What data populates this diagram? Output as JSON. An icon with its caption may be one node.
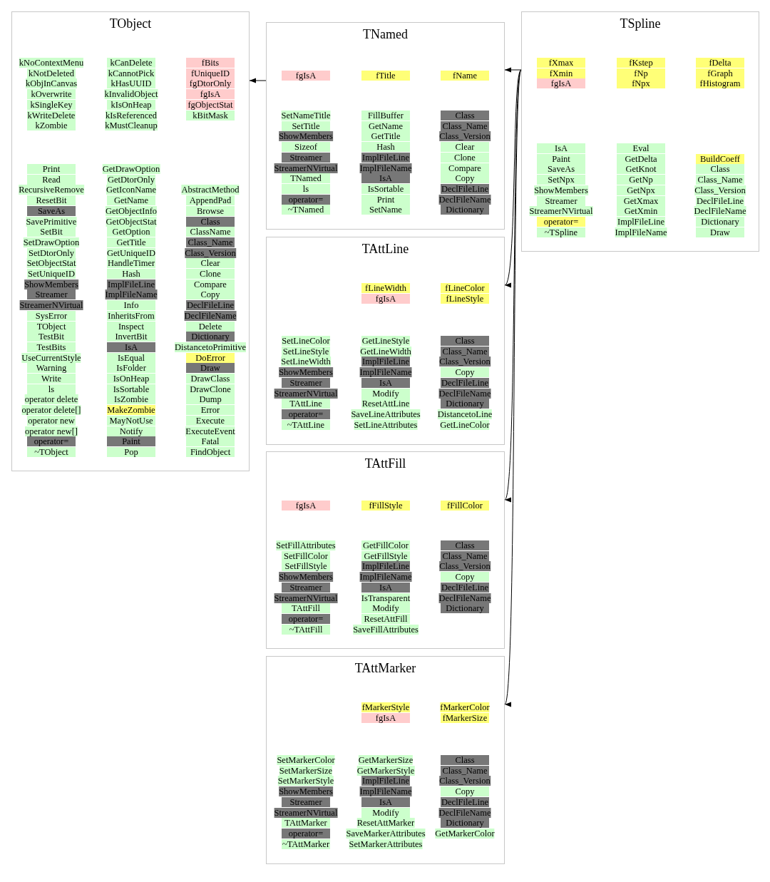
{
  "diagram": {
    "nodes": [
      {
        "text": [
          "TObject"
        ]
      },
      {
        "text": [
          "kNoContextMenu"
        ],
        "in": 0
      },
      {
        "text": [
          "kNotDeleted"
        ],
        "in": 0
      },
      {
        "text": [
          "kObjInCanvas"
        ],
        "in": 0
      },
      {
        "text": [
          "kOverwrite"
        ],
        "in": 0
      },
      {
        "text": [
          "kSingleKey"
        ],
        "in": 0
      },
      {
        "text": [
          "kWriteDelete"
        ],
        "in": 0
      },
      {
        "text": [
          "kZombie"
        ],
        "in": 0
      },
      {
        "text": [
          "kCanDelete"
        ],
        "in": 0
      },
      {
        "text": [
          "kCannotPick"
        ],
        "in": 0
      },
      {
        "text": [
          "kHasUUID"
        ],
        "in": 0
      },
      {
        "text": [
          "kInvalidObject"
        ],
        "in": 0
      },
      {
        "text": [
          "kIsOnHeap"
        ],
        "in": 0
      },
      {
        "text": [
          "kIsReferenced"
        ],
        "in": 0
      },
      {
        "text": [
          "kMustCleanup"
        ],
        "in": 0
      },
      {
        "text": [
          "fBits"
        ],
        "in": 0
      },
      {
        "text": [
          "fUniqueID"
        ],
        "in": 0
      },
      {
        "text": [
          "fgDtorOnly"
        ],
        "in": 0
      },
      {
        "text": [
          "fgIsA"
        ],
        "in": 0
      },
      {
        "text": [
          "fgObjectStat"
        ],
        "in": 0
      },
      {
        "text": [
          "kBitMask"
        ],
        "in": 0
      },
      {
        "text": [
          "Print"
        ],
        "in": 0
      },
      {
        "text": [
          "Read"
        ],
        "in": 0
      },
      {
        "text": [
          "RecursiveRemove"
        ],
        "in": 0
      },
      {
        "text": [
          "ResetBit"
        ],
        "in": 0
      },
      {
        "text": [
          "SaveAs"
        ],
        "in": 0
      },
      {
        "text": [
          "SavePrimitive"
        ],
        "in": 0
      },
      {
        "text": [
          "SetBit"
        ],
        "in": 0
      },
      {
        "text": [
          "SetDrawOption"
        ],
        "in": 0
      },
      {
        "text": [
          "SetDtorOnly"
        ],
        "in": 0
      },
      {
        "text": [
          "SetObjectStat"
        ],
        "in": 0
      },
      {
        "text": [
          "SetUniqueID"
        ],
        "in": 0
      },
      {
        "text": [
          "ShowMembers"
        ],
        "in": 0
      },
      {
        "text": [
          "Streamer"
        ],
        "in": 0
      },
      {
        "text": [
          "StreamerNVirtual"
        ],
        "in": 0
      },
      {
        "text": [
          "SysError"
        ],
        "in": 0
      },
      {
        "text": [
          "TObject"
        ],
        "in": 0
      },
      {
        "text": [
          "TestBit"
        ],
        "in": 0
      },
      {
        "text": [
          "TestBits"
        ],
        "in": 0
      },
      {
        "text": [
          "UseCurrentStyle"
        ],
        "in": 0
      },
      {
        "text": [
          "Warning"
        ],
        "in": 0
      },
      {
        "text": [
          "Write"
        ],
        "in": 0
      },
      {
        "text": [
          "ls"
        ],
        "in": 0
      },
      {
        "text": [
          "operator delete"
        ],
        "in": 0
      },
      {
        "text": [
          "operator delete[]"
        ],
        "in": 0
      },
      {
        "text": [
          "operator new"
        ],
        "in": 0
      },
      {
        "text": [
          "operator new[]"
        ],
        "in": 0
      },
      {
        "text": [
          "operator="
        ],
        "in": 0
      },
      {
        "text": [
          "~TObject"
        ],
        "in": 0
      },
      {
        "text": [
          "GetDrawOption"
        ],
        "in": 0
      },
      {
        "text": [
          "GetDtorOnly"
        ],
        "in": 0
      },
      {
        "text": [
          "GetIconName"
        ],
        "in": 0
      },
      {
        "text": [
          "GetName"
        ],
        "in": 0
      },
      {
        "text": [
          "GetObjectInfo"
        ],
        "in": 0
      },
      {
        "text": [
          "GetObjectStat"
        ],
        "in": 0
      },
      {
        "text": [
          "GetOption"
        ],
        "in": 0
      },
      {
        "text": [
          "GetTitle"
        ],
        "in": 0
      },
      {
        "text": [
          "GetUniqueID"
        ],
        "in": 0
      },
      {
        "text": [
          "HandleTimer"
        ],
        "in": 0
      },
      {
        "text": [
          "Hash"
        ],
        "in": 0
      },
      {
        "text": [
          "ImplFileLine"
        ],
        "in": 0
      },
      {
        "text": [
          "ImplFileName"
        ],
        "in": 0
      },
      {
        "text": [
          "Info"
        ],
        "in": 0
      },
      {
        "text": [
          "InheritsFrom"
        ],
        "in": 0
      },
      {
        "text": [
          "Inspect"
        ],
        "in": 0
      },
      {
        "text": [
          "InvertBit"
        ],
        "in": 0
      },
      {
        "text": [
          "IsA"
        ],
        "in": 0
      },
      {
        "text": [
          "IsEqual"
        ],
        "in": 0
      },
      {
        "text": [
          "IsFolder"
        ],
        "in": 0
      },
      {
        "text": [
          "IsOnHeap"
        ],
        "in": 0
      },
      {
        "text": [
          "IsSortable"
        ],
        "in": 0
      },
      {
        "text": [
          "IsZombie"
        ],
        "in": 0
      },
      {
        "text": [
          "MakeZombie"
        ],
        "in": 0
      },
      {
        "text": [
          "MayNotUse"
        ],
        "in": 0
      },
      {
        "text": [
          "Notify"
        ],
        "in": 0
      },
      {
        "text": [
          "Paint"
        ],
        "in": 0
      },
      {
        "text": [
          "Pop"
        ],
        "in": 0
      },
      {
        "text": [
          "AbstractMethod"
        ],
        "in": 0
      },
      {
        "text": [
          "AppendPad"
        ],
        "in": 0
      },
      {
        "text": [
          "Browse"
        ],
        "in": 0
      },
      {
        "text": [
          "Class"
        ],
        "in": 0
      },
      {
        "text": [
          "ClassName"
        ],
        "in": 0
      },
      {
        "text": [
          "Class_Name"
        ],
        "in": 0
      },
      {
        "text": [
          "Class_Version"
        ],
        "in": 0
      },
      {
        "text": [
          "Clear"
        ],
        "in": 0
      },
      {
        "text": [
          "Clone"
        ],
        "in": 0
      },
      {
        "text": [
          "Compare"
        ],
        "in": 0
      },
      {
        "text": [
          "Copy"
        ],
        "in": 0
      },
      {
        "text": [
          "DeclFileLine"
        ],
        "in": 0
      },
      {
        "text": [
          "DeclFileName"
        ],
        "in": 0
      },
      {
        "text": [
          "Delete"
        ],
        "in": 0
      },
      {
        "text": [
          "Dictionary"
        ],
        "in": 0
      },
      {
        "text": [
          "DistancetoPrimitive"
        ],
        "in": 0
      },
      {
        "text": [
          "DoError"
        ],
        "in": 0
      },
      {
        "text": [
          "Draw"
        ],
        "in": 0
      },
      {
        "text": [
          "DrawClass"
        ],
        "in": 0
      },
      {
        "text": [
          "DrawClone"
        ],
        "in": 0
      },
      {
        "text": [
          "Dump"
        ],
        "in": 0
      },
      {
        "text": [
          "Error"
        ],
        "in": 0
      },
      {
        "text": [
          "Execute"
        ],
        "in": 0
      },
      {
        "text": [
          "ExecuteEvent"
        ],
        "in": 0
      },
      {
        "text": [
          "Fatal"
        ],
        "in": 0
      },
      {
        "text": [
          "FindObject"
        ],
        "in": 0
      },
      {
        "text": [
          "TNamed"
        ]
      },
      {
        "text": [
          "fgIsA"
        ],
        "in": 103
      },
      {
        "text": [
          "fTitle"
        ],
        "in": 103
      },
      {
        "text": [
          "fName"
        ],
        "in": 103
      },
      {
        "text": [
          "SetNameTitle"
        ],
        "in": 103
      },
      {
        "text": [
          "SetTitle"
        ],
        "in": 103
      },
      {
        "text": [
          "ShowMembers"
        ],
        "in": 103
      },
      {
        "text": [
          "Sizeof"
        ],
        "in": 103
      },
      {
        "text": [
          "Streamer"
        ],
        "in": 103
      },
      {
        "text": [
          "StreamerNVirtual"
        ],
        "in": 103
      },
      {
        "text": [
          "TNamed"
        ],
        "in": 103
      },
      {
        "text": [
          "ls"
        ],
        "in": 103
      },
      {
        "text": [
          "operator="
        ],
        "in": 103
      },
      {
        "text": [
          "~TNamed"
        ],
        "in": 103
      },
      {
        "text": [
          "FillBuffer"
        ],
        "in": 103
      },
      {
        "text": [
          "GetName"
        ],
        "in": 103
      },
      {
        "text": [
          "GetTitle"
        ],
        "in": 103
      },
      {
        "text": [
          "Hash"
        ],
        "in": 103
      },
      {
        "text": [
          "ImplFileLine"
        ],
        "in": 103
      },
      {
        "text": [
          "ImplFileName"
        ],
        "in": 103
      },
      {
        "text": [
          "IsA"
        ],
        "in": 103
      },
      {
        "text": [
          "IsSortable"
        ],
        "in": 103
      },
      {
        "text": [
          "Print"
        ],
        "in": 103
      },
      {
        "text": [
          "SetName"
        ],
        "in": 103
      },
      {
        "text": [
          "Class"
        ],
        "in": 103
      },
      {
        "text": [
          "Class_Name"
        ],
        "in": 103
      },
      {
        "text": [
          "Class_Version"
        ],
        "in": 103
      },
      {
        "text": [
          "Clear"
        ],
        "in": 103
      },
      {
        "text": [
          "Clone"
        ],
        "in": 103
      },
      {
        "text": [
          "Compare"
        ],
        "in": 103
      },
      {
        "text": [
          "Copy"
        ],
        "in": 103
      },
      {
        "text": [
          "DeclFileLine"
        ],
        "in": 103
      },
      {
        "text": [
          "DeclFileName"
        ],
        "in": 103
      },
      {
        "text": [
          "Dictionary"
        ],
        "in": 103
      },
      {
        "text": [
          "TSpline"
        ]
      },
      {
        "text": [
          "fXmax"
        ],
        "in": 137
      },
      {
        "text": [
          "fXmin"
        ],
        "in": 137
      },
      {
        "text": [
          "fgIsA"
        ],
        "in": 137
      },
      {
        "text": [
          "fKstep"
        ],
        "in": 137
      },
      {
        "text": [
          "fNp"
        ],
        "in": 137
      },
      {
        "text": [
          "fNpx"
        ],
        "in": 137
      },
      {
        "text": [
          "fDelta"
        ],
        "in": 137
      },
      {
        "text": [
          "fGraph"
        ],
        "in": 137
      },
      {
        "text": [
          "fHistogram"
        ],
        "in": 137
      },
      {
        "text": [
          "IsA"
        ],
        "in": 137
      },
      {
        "text": [
          "Paint"
        ],
        "in": 137
      },
      {
        "text": [
          "SaveAs"
        ],
        "in": 137
      },
      {
        "text": [
          "SetNpx"
        ],
        "in": 137
      },
      {
        "text": [
          "ShowMembers"
        ],
        "in": 137
      },
      {
        "text": [
          "Streamer"
        ],
        "in": 137
      },
      {
        "text": [
          "StreamerNVirtual"
        ],
        "in": 137
      },
      {
        "text": [
          "operator="
        ],
        "in": 137
      },
      {
        "text": [
          "~TSpline"
        ],
        "in": 137
      },
      {
        "text": [
          "Eval"
        ],
        "in": 137
      },
      {
        "text": [
          "GetDelta"
        ],
        "in": 137
      },
      {
        "text": [
          "GetKnot"
        ],
        "in": 137
      },
      {
        "text": [
          "GetNp"
        ],
        "in": 137
      },
      {
        "text": [
          "GetNpx"
        ],
        "in": 137
      },
      {
        "text": [
          "GetXmax"
        ],
        "in": 137
      },
      {
        "text": [
          "GetXmin"
        ],
        "in": 137
      },
      {
        "text": [
          "ImplFileLine"
        ],
        "in": 137
      },
      {
        "text": [
          "ImplFileName"
        ],
        "in": 137
      },
      {
        "text": [
          "BuildCoeff"
        ],
        "in": 137
      },
      {
        "text": [
          "Class"
        ],
        "in": 137
      },
      {
        "text": [
          "Class_Name"
        ],
        "in": 137
      },
      {
        "text": [
          "Class_Version"
        ],
        "in": 137
      },
      {
        "text": [
          "DeclFileLine"
        ],
        "in": 137
      },
      {
        "text": [
          "DeclFileName"
        ],
        "in": 137
      },
      {
        "text": [
          "Dictionary"
        ],
        "in": 137
      },
      {
        "text": [
          "Draw"
        ],
        "in": 137
      },
      {
        "text": [
          "TAttLine"
        ]
      },
      {
        "text": [
          "fLineWidth"
        ],
        "in": 173
      },
      {
        "text": [
          "fgIsA"
        ],
        "in": 173
      },
      {
        "text": [
          "fLineColor"
        ],
        "in": 173
      },
      {
        "text": [
          "fLineStyle"
        ],
        "in": 173
      },
      {
        "text": [
          "SetLineColor"
        ],
        "in": 173
      },
      {
        "text": [
          "SetLineStyle"
        ],
        "in": 173
      },
      {
        "text": [
          "SetLineWidth"
        ],
        "in": 173
      },
      {
        "text": [
          "ShowMembers"
        ],
        "in": 173
      },
      {
        "text": [
          "Streamer"
        ],
        "in": 173
      },
      {
        "text": [
          "StreamerNVirtual"
        ],
        "in": 173
      },
      {
        "text": [
          "TAttLine"
        ],
        "in": 173
      },
      {
        "text": [
          "operator="
        ],
        "in": 173
      },
      {
        "text": [
          "~TAttLine"
        ],
        "in": 173
      },
      {
        "text": [
          "GetLineStyle"
        ],
        "in": 173
      },
      {
        "text": [
          "GetLineWidth"
        ],
        "in": 173
      },
      {
        "text": [
          "ImplFileLine"
        ],
        "in": 173
      },
      {
        "text": [
          "ImplFileName"
        ],
        "in": 173
      },
      {
        "text": [
          "IsA"
        ],
        "in": 173
      },
      {
        "text": [
          "Modify"
        ],
        "in": 173
      },
      {
        "text": [
          "ResetAttLine"
        ],
        "in": 173
      },
      {
        "text": [
          "SaveLineAttributes"
        ],
        "in": 173
      },
      {
        "text": [
          "SetLineAttributes"
        ],
        "in": 173
      },
      {
        "text": [
          "Class"
        ],
        "in": 173
      },
      {
        "text": [
          "Class_Name"
        ],
        "in": 173
      },
      {
        "text": [
          "Class_Version"
        ],
        "in": 173
      },
      {
        "text": [
          "Copy"
        ],
        "in": 173
      },
      {
        "text": [
          "DeclFileLine"
        ],
        "in": 173
      },
      {
        "text": [
          "DeclFileName"
        ],
        "in": 173
      },
      {
        "text": [
          "Dictionary"
        ],
        "in": 173
      },
      {
        "text": [
          "DistancetoLine"
        ],
        "in": 173
      },
      {
        "text": [
          "GetLineColor"
        ],
        "in": 173
      },
      {
        "text": [
          "TAttFill"
        ]
      },
      {
        "text": [
          "fgIsA"
        ],
        "in": 205
      },
      {
        "text": [
          "fFillStyle"
        ],
        "in": 205
      },
      {
        "text": [
          "fFillColor"
        ],
        "in": 205
      },
      {
        "text": [
          "SetFillAttributes"
        ],
        "in": 205
      },
      {
        "text": [
          "SetFillColor"
        ],
        "in": 205
      },
      {
        "text": [
          "SetFillStyle"
        ],
        "in": 205
      },
      {
        "text": [
          "ShowMembers"
        ],
        "in": 205
      },
      {
        "text": [
          "Streamer"
        ],
        "in": 205
      },
      {
        "text": [
          "StreamerNVirtual"
        ],
        "in": 205
      },
      {
        "text": [
          "TAttFill"
        ],
        "in": 205
      },
      {
        "text": [
          "operator="
        ],
        "in": 205
      },
      {
        "text": [
          "~TAttFill"
        ],
        "in": 205
      },
      {
        "text": [
          "GetFillColor"
        ],
        "in": 205
      },
      {
        "text": [
          "GetFillStyle"
        ],
        "in": 205
      },
      {
        "text": [
          "ImplFileLine"
        ],
        "in": 205
      },
      {
        "text": [
          "ImplFileName"
        ],
        "in": 205
      },
      {
        "text": [
          "IsA"
        ],
        "in": 205
      },
      {
        "text": [
          "IsTransparent"
        ],
        "in": 205
      },
      {
        "text": [
          "Modify"
        ],
        "in": 205
      },
      {
        "text": [
          "ResetAttFill"
        ],
        "in": 205
      },
      {
        "text": [
          "SaveFillAttributes"
        ],
        "in": 205
      },
      {
        "text": [
          "Class"
        ],
        "in": 205
      },
      {
        "text": [
          "Class_Name"
        ],
        "in": 205
      },
      {
        "text": [
          "Class_Version"
        ],
        "in": 205
      },
      {
        "text": [
          "Copy"
        ],
        "in": 205
      },
      {
        "text": [
          "DeclFileLine"
        ],
        "in": 205
      },
      {
        "text": [
          "DeclFileName"
        ],
        "in": 205
      },
      {
        "text": [
          "Dictionary"
        ],
        "in": 205
      },
      {
        "text": [
          "TAttMarker"
        ]
      },
      {
        "text": [
          "fMarkerStyle"
        ],
        "in": 234
      },
      {
        "text": [
          "fgIsA"
        ],
        "in": 234
      },
      {
        "text": [
          "fMarkerColor"
        ],
        "in": 234
      },
      {
        "text": [
          "fMarkerSize"
        ],
        "in": 234
      },
      {
        "text": [
          "SetMarkerColor"
        ],
        "in": 234
      },
      {
        "text": [
          "SetMarkerSize"
        ],
        "in": 234
      },
      {
        "text": [
          "SetMarkerStyle"
        ],
        "in": 234
      },
      {
        "text": [
          "ShowMembers"
        ],
        "in": 234
      },
      {
        "text": [
          "Streamer"
        ],
        "in": 234
      },
      {
        "text": [
          "StreamerNVirtual"
        ],
        "in": 234
      },
      {
        "text": [
          "TAttMarker"
        ],
        "in": 234
      },
      {
        "text": [
          "operator="
        ],
        "in": 234
      },
      {
        "text": [
          "~TAttMarker"
        ],
        "in": 234
      },
      {
        "text": [
          "GetMarkerSize"
        ],
        "in": 234
      },
      {
        "text": [
          "GetMarkerStyle"
        ],
        "in": 234
      },
      {
        "text": [
          "ImplFileLine"
        ],
        "in": 234
      },
      {
        "text": [
          "ImplFileName"
        ],
        "in": 234
      },
      {
        "text": [
          "IsA"
        ],
        "in": 234
      },
      {
        "text": [
          "Modify"
        ],
        "in": 234
      },
      {
        "text": [
          "ResetAttMarker"
        ],
        "in": 234
      },
      {
        "text": [
          "SaveMarkerAttributes"
        ],
        "in": 234
      },
      {
        "text": [
          "SetMarkerAttributes"
        ],
        "in": 234
      },
      {
        "text": [
          "Class"
        ],
        "in": 234
      },
      {
        "text": [
          "Class_Name"
        ],
        "in": 234
      },
      {
        "text": [
          "Class_Version"
        ],
        "in": 234
      },
      {
        "text": [
          "Copy"
        ],
        "in": 234
      },
      {
        "text": [
          "DeclFileLine"
        ],
        "in": 234
      },
      {
        "text": [
          "DeclFileName"
        ],
        "in": 234
      },
      {
        "text": [
          "Dictionary"
        ],
        "in": 234
      },
      {
        "text": [
          "GetMarkerColor"
        ],
        "in": 234
      }
    ],
    "edges": [
      {
        "from": 103,
        "to": 0,
        "arrow": "to"
      },
      {
        "from": 137,
        "to": 103,
        "arrow": "to"
      },
      {
        "from": 137,
        "to": 173,
        "arrow": "to"
      },
      {
        "from": 137,
        "to": 205,
        "arrow": "to"
      },
      {
        "from": 137,
        "to": 234,
        "arrow": "to"
      }
    ]
  }
}
